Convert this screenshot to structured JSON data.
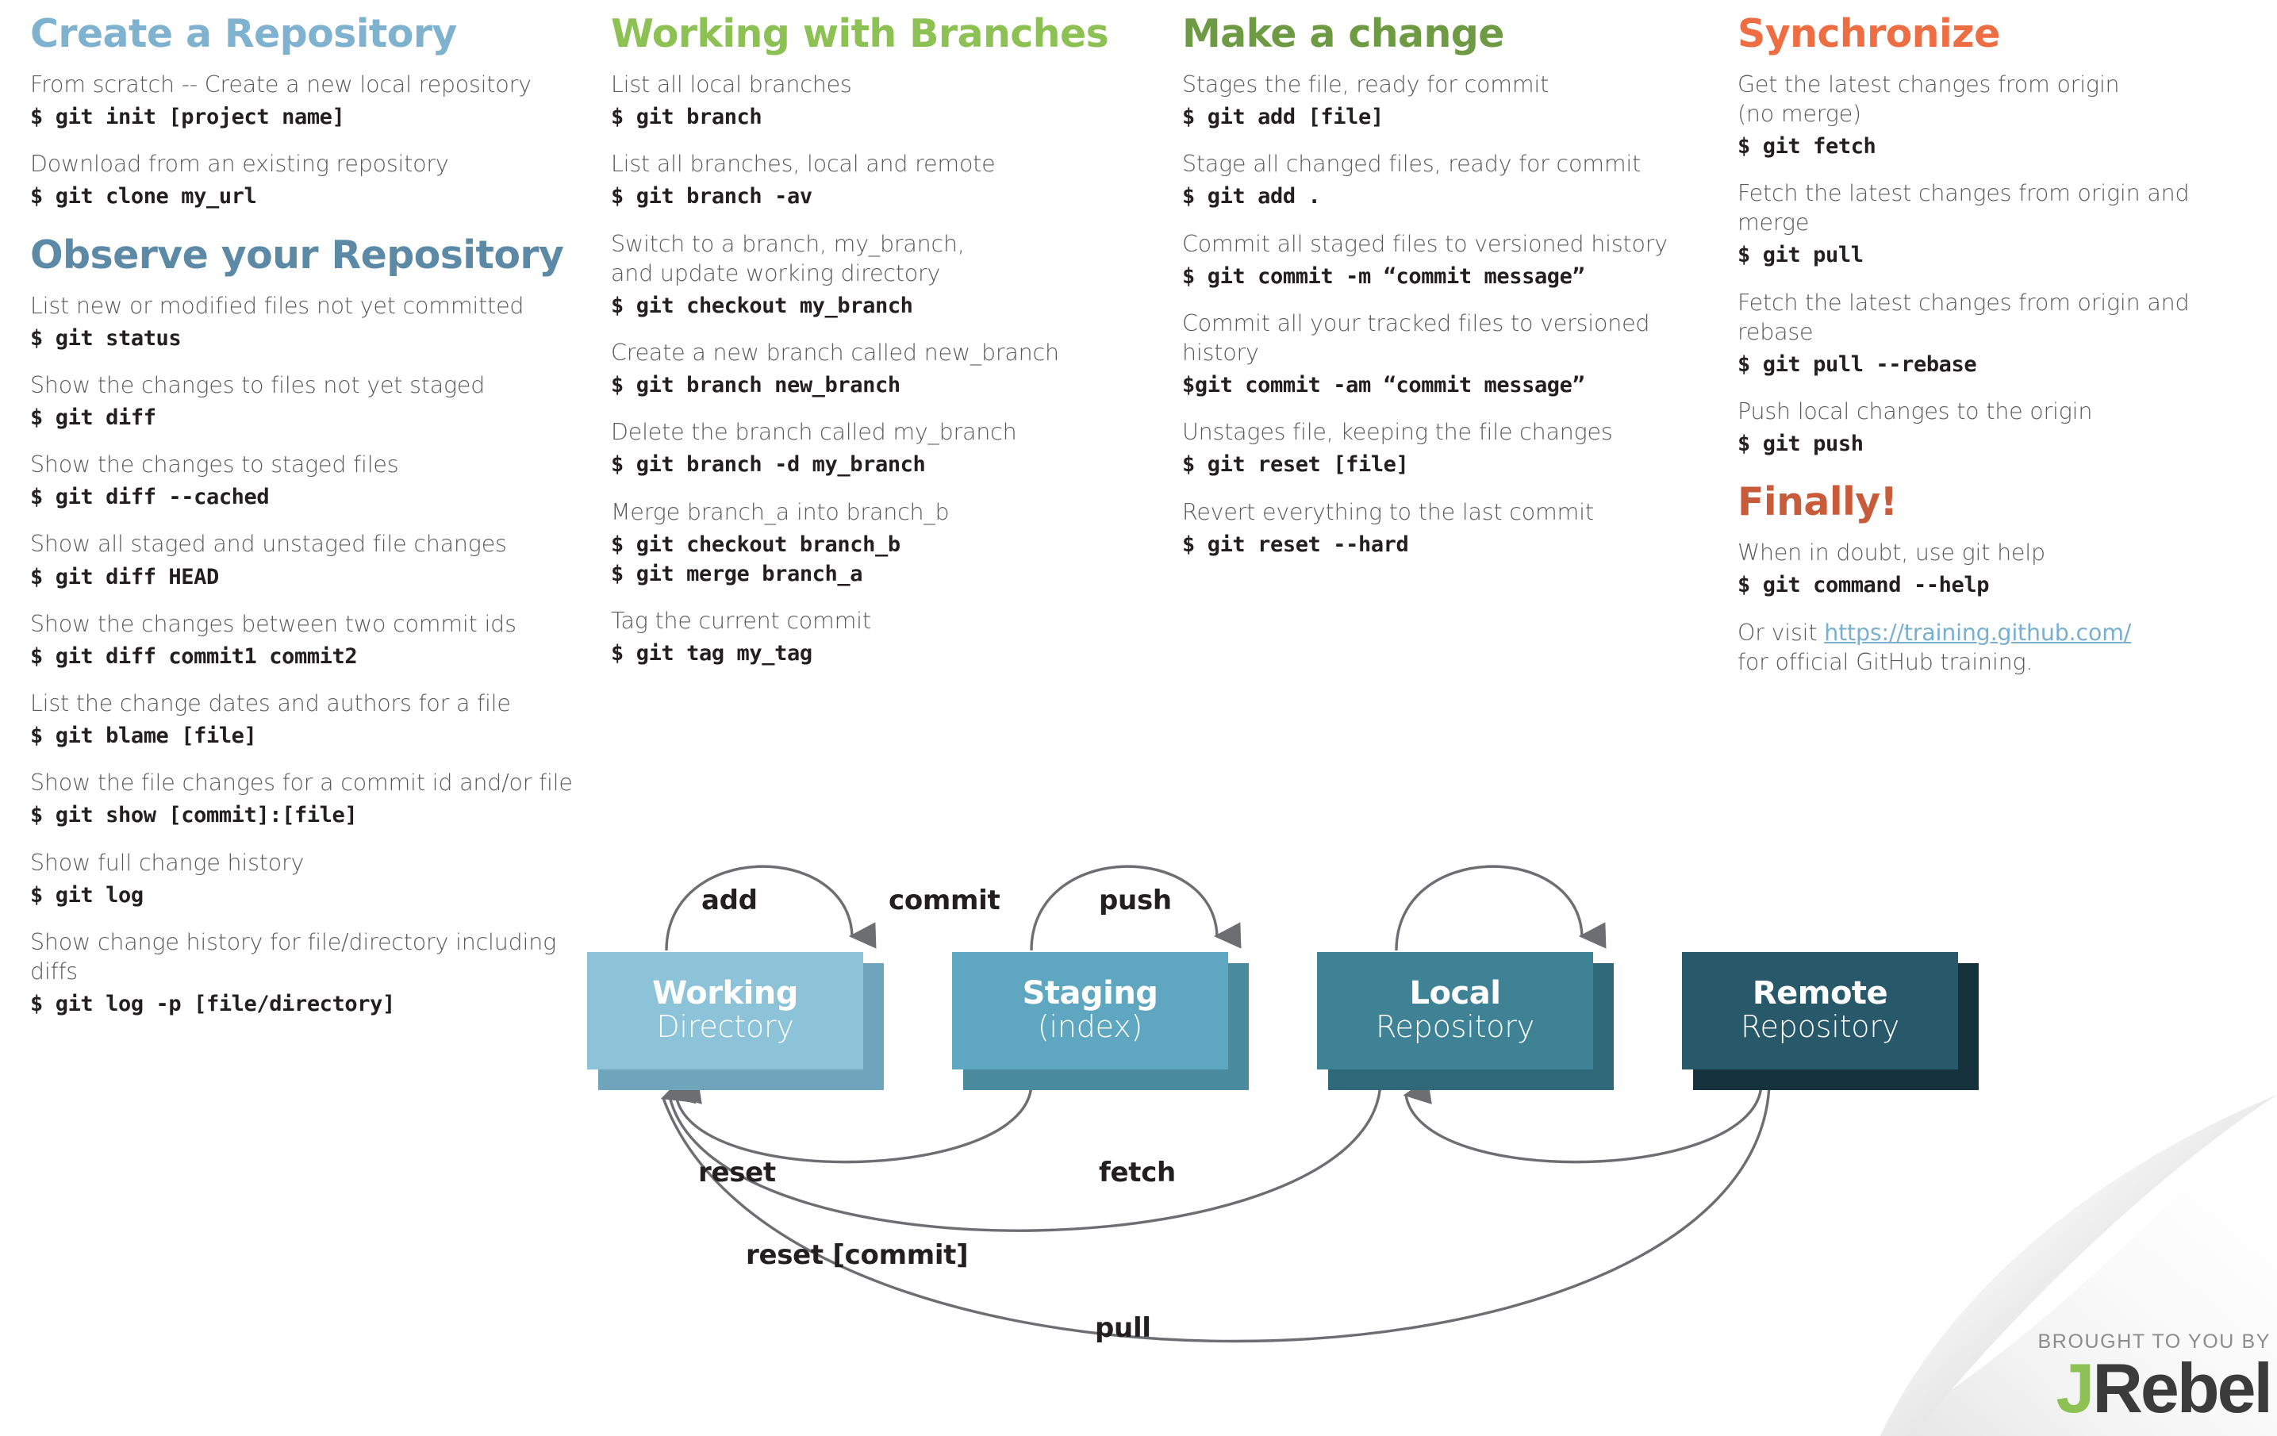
{
  "columns": [
    {
      "id": "col1",
      "sections": [
        {
          "title": "Create a Repository",
          "color_class": "t-lightblue",
          "entries": [
            {
              "desc": "From scratch -- Create a new local repository",
              "cmds": [
                "$ git init [project name]"
              ]
            },
            {
              "desc": "Download from an existing repository",
              "cmds": [
                "$ git clone my_url"
              ]
            }
          ]
        },
        {
          "title": "Observe your Repository",
          "color_class": "t-steel",
          "entries": [
            {
              "desc": "List new or modified files not yet committed",
              "cmds": [
                "$ git status"
              ]
            },
            {
              "desc": "Show the changes to files not yet staged",
              "cmds": [
                "$ git diff"
              ]
            },
            {
              "desc": "Show the changes to staged files",
              "cmds": [
                "$ git diff --cached"
              ]
            },
            {
              "desc": "Show all staged and unstaged file changes",
              "cmds": [
                "$ git diff HEAD"
              ]
            },
            {
              "desc": "Show the changes between two commit ids",
              "cmds": [
                "$ git diff commit1 commit2"
              ]
            },
            {
              "desc": "List the change dates and authors for a file",
              "cmds": [
                "$ git blame [file]"
              ]
            },
            {
              "desc": "Show the file changes for a commit id and/or file",
              "cmds": [
                "$ git show [commit]:[file]"
              ]
            },
            {
              "desc": "Show full change history",
              "cmds": [
                "$ git log"
              ]
            },
            {
              "desc": "Show change history for file/directory including diffs",
              "cmds": [
                "$ git log -p [file/directory]"
              ]
            }
          ]
        }
      ]
    },
    {
      "id": "col2",
      "sections": [
        {
          "title": "Working with Branches",
          "color_class": "t-lightgrn",
          "entries": [
            {
              "desc": "List all local branches",
              "cmds": [
                "$ git branch"
              ]
            },
            {
              "desc": "List all branches, local and remote",
              "cmds": [
                "$ git branch -av"
              ]
            },
            {
              "desc": "Switch to a branch, my_branch,\nand update working directory",
              "cmds": [
                "$ git checkout my_branch"
              ]
            },
            {
              "desc": "Create a new branch called new_branch",
              "cmds": [
                "$ git branch new_branch"
              ]
            },
            {
              "desc": "Delete the branch called my_branch",
              "cmds": [
                "$ git branch -d my_branch"
              ]
            },
            {
              "desc": "Merge branch_a into branch_b",
              "cmds": [
                "$ git checkout branch_b",
                "$ git merge branch_a"
              ]
            },
            {
              "desc": "Tag the current commit",
              "cmds": [
                "$ git tag my_tag"
              ]
            }
          ]
        }
      ]
    },
    {
      "id": "col3",
      "sections": [
        {
          "title": "Make a change",
          "color_class": "t-darkgrn",
          "entries": [
            {
              "desc": "Stages the file, ready for commit",
              "cmds": [
                "$ git add [file]"
              ]
            },
            {
              "desc": "Stage all changed files, ready for commit",
              "cmds": [
                "$ git add ."
              ]
            },
            {
              "desc": "Commit all staged files to versioned history",
              "cmds": [
                "$ git commit -m “commit message”"
              ]
            },
            {
              "desc": "Commit all your tracked files to versioned history",
              "cmds": [
                "$git commit -am “commit message”"
              ]
            },
            {
              "desc": "Unstages file, keeping the file changes",
              "cmds": [
                "$ git reset [file]"
              ]
            },
            {
              "desc": "Revert everything to the last commit",
              "cmds": [
                "$ git reset --hard"
              ]
            }
          ]
        }
      ]
    },
    {
      "id": "col4",
      "sections": [
        {
          "title": "Synchronize",
          "color_class": "t-orange",
          "entries": [
            {
              "desc": "Get the latest changes from origin\n(no merge)",
              "cmds": [
                "$ git fetch"
              ]
            },
            {
              "desc": "Fetch the latest changes from origin and merge",
              "cmds": [
                "$ git pull"
              ]
            },
            {
              "desc": "Fetch the latest changes from origin and rebase",
              "cmds": [
                "$ git pull --rebase"
              ]
            },
            {
              "desc": "Push local changes to the origin",
              "cmds": [
                "$ git push"
              ]
            }
          ]
        },
        {
          "title": "Finally!",
          "color_class": "t-rust",
          "entries": [
            {
              "desc": "When in doubt, use git help",
              "cmds": [
                "$ git command --help"
              ]
            }
          ],
          "footer": {
            "prefix": "Or visit ",
            "link_text": "https://training.github.com/",
            "suffix": "\nfor official GitHub training."
          }
        }
      ]
    }
  ],
  "diagram": {
    "boxes": [
      {
        "id": "box-working",
        "title": "Working",
        "sub": "Directory",
        "face": "#8CC3D8",
        "shadow": "#6FA5BC"
      },
      {
        "id": "box-staging",
        "title": "Staging",
        "sub": "(index)",
        "face": "#5FA7C0",
        "shadow": "#4A8A9F"
      },
      {
        "id": "box-local",
        "title": "Local",
        "sub": "Repository",
        "face": "#3F8296",
        "shadow": "#2F6878"
      },
      {
        "id": "box-remote",
        "title": "Remote",
        "sub": "Repository",
        "face": "#27596B",
        "shadow": "#15323D"
      }
    ],
    "labels": {
      "add": "add",
      "commit": "commit",
      "push": "push",
      "reset": "reset",
      "reset_commit": "reset [commit]",
      "fetch": "fetch",
      "pull": "pull"
    }
  },
  "footer": {
    "brought_to_you_by": "BROUGHT TO YOU BY",
    "brand_j": "J",
    "brand_rebel": "Rebel"
  }
}
